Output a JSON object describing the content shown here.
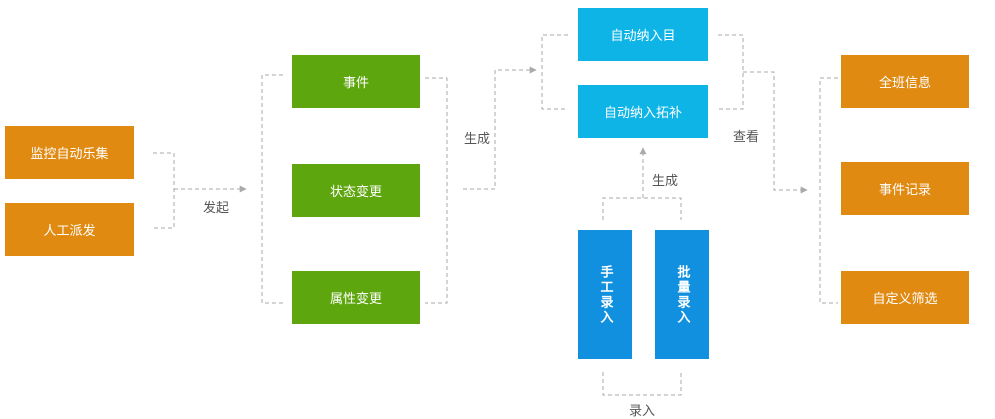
{
  "sources": [
    "监控自动乐集",
    "人工派发"
  ],
  "event_types": [
    "事件",
    "状态变更",
    "属性变更"
  ],
  "auto_items": [
    "自动纳入目",
    "自动纳入拓补"
  ],
  "manual_items": [
    "手工录入",
    "批量录入"
  ],
  "views": [
    "全班信息",
    "事件记录",
    "自定义筛选"
  ],
  "labels": {
    "trigger": "发起",
    "generate_1": "生成",
    "generate_2": "生成",
    "view": "查看",
    "entry": "录入"
  },
  "colors": {
    "orange": "#e08a12",
    "green": "#5ea60e",
    "cyan": "#0fb4e6",
    "blue": "#1190df",
    "connector": "#aaaaaa"
  }
}
